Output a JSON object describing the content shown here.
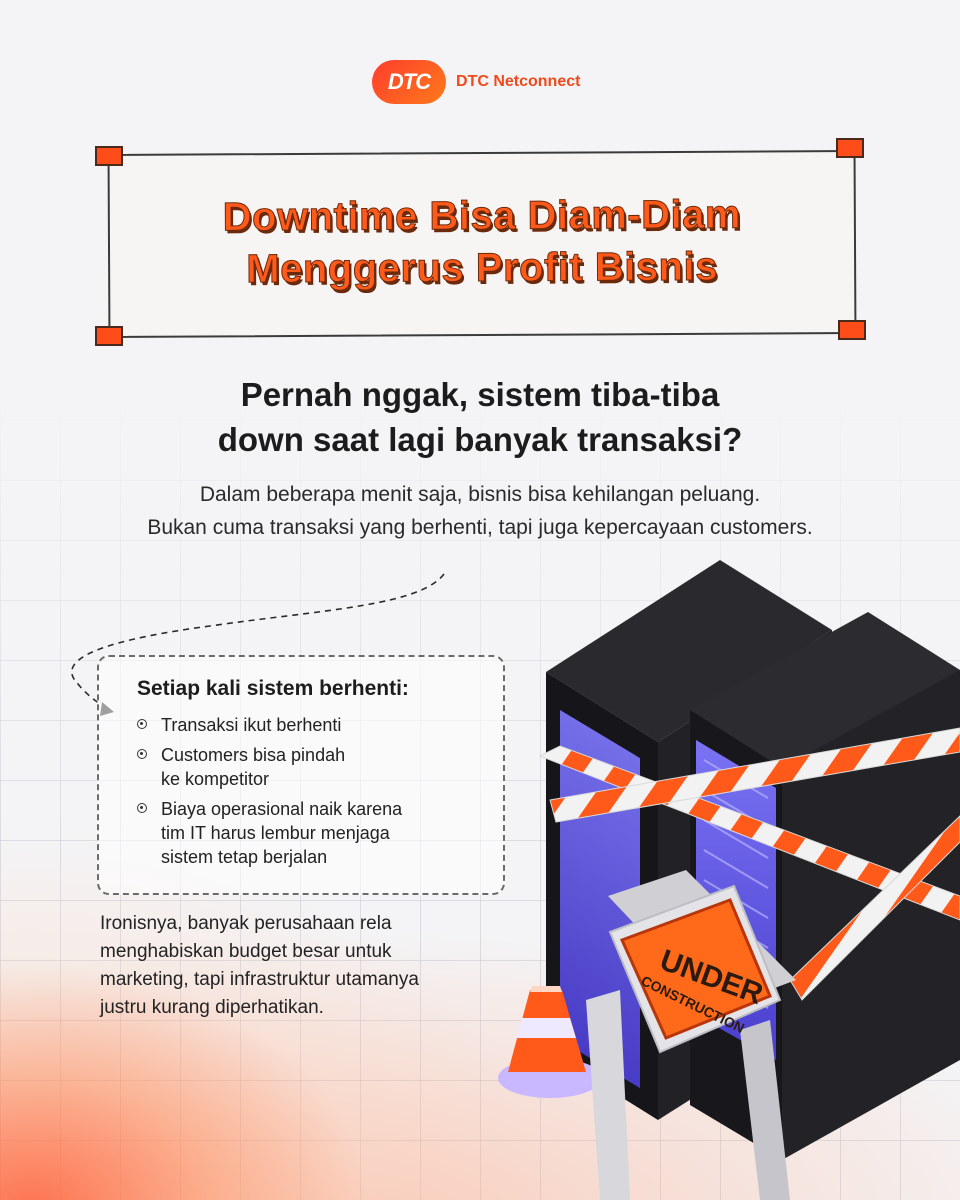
{
  "brand": {
    "logo_text": "DTC",
    "name": "DTC Netconnect"
  },
  "title": {
    "line1": "Downtime Bisa Diam-Diam",
    "line2": "Menggerus Profit Bisnis"
  },
  "headline": {
    "line1": "Pernah nggak, sistem tiba-tiba",
    "line2": "down saat lagi banyak transaksi?"
  },
  "subtext": {
    "line1": "Dalam beberapa menit saja, bisnis bisa kehilangan peluang.",
    "line2": "Bukan cuma transaksi yang berhenti, tapi juga kepercayaan customers."
  },
  "card": {
    "title": "Setiap kali sistem berhenti:",
    "items": [
      {
        "line1": "Transaksi ikut berhenti",
        "line2": "",
        "line3": ""
      },
      {
        "line1": "Customers bisa pindah",
        "line2": "ke kompetitor",
        "line3": ""
      },
      {
        "line1": "Biaya operasional naik karena",
        "line2": "tim IT harus lembur menjaga",
        "line3": "sistem tetap berjalan"
      }
    ]
  },
  "irony": {
    "line1": "Ironisnya, banyak perusahaan rela",
    "line2": "menghabiskan budget besar untuk",
    "line3": "marketing, tapi infrastruktur utamanya",
    "line4": "justru kurang diperhatikan."
  },
  "sign": {
    "word1": "UNDER",
    "word2": "CONSTRUCTION"
  },
  "colors": {
    "accent": "#ff5a1a",
    "title_shadow": "#6b2a0c",
    "text": "#1c1c1c",
    "server": "#1e1e22",
    "server_light": "#6f68ff"
  },
  "icons": [
    "dashed-arrow-icon",
    "bullet-icon",
    "server-rack-illustration",
    "warning-tape-illustration",
    "traffic-cone-icon",
    "under-construction-sign"
  ]
}
